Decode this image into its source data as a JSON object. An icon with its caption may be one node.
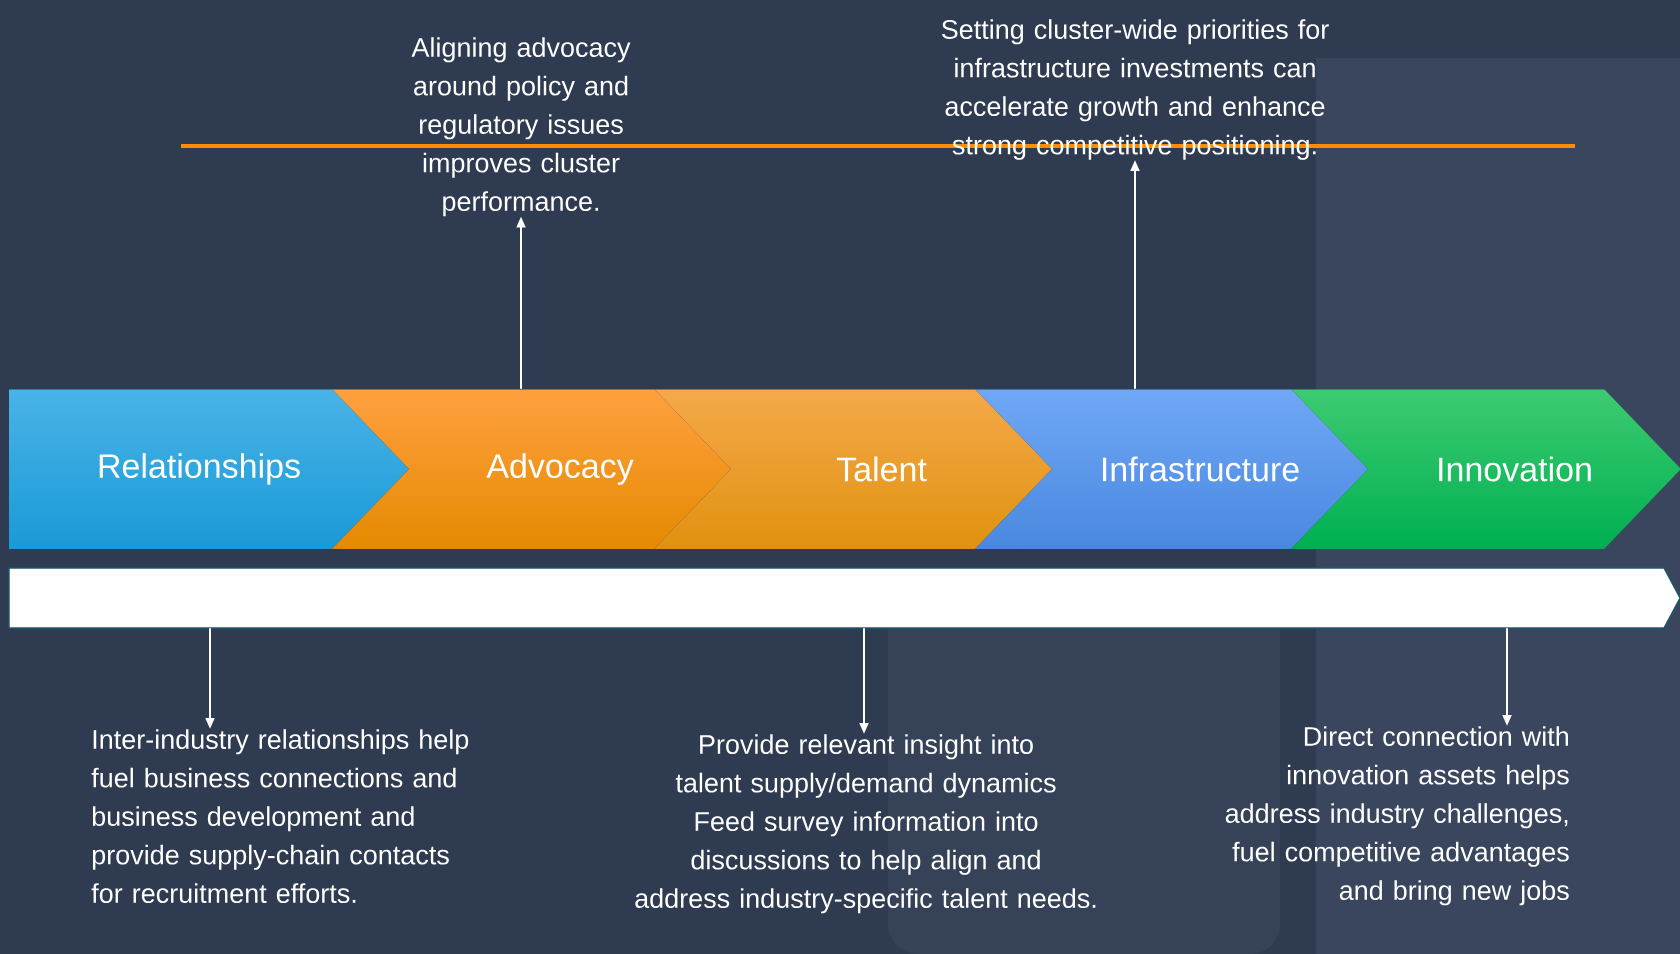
{
  "diagram": {
    "nodes": [
      {
        "text": [
          "Relationships"
        ]
      },
      {
        "text": [
          "Advocacy"
        ]
      },
      {
        "text": [
          "Talent"
        ]
      },
      {
        "text": [
          "Infrastructure"
        ]
      },
      {
        "text": [
          "Innovation"
        ]
      },
      {
        "text": [],
        "shape": "bar"
      },
      {
        "text": [
          "Aligning advocacy around policy and regulatory issues improves cluster performance."
        ]
      },
      {
        "text": [
          "Setting cluster-wide priorities for infrastructure investments can accelerate growth and enhance strong competitive positioning."
        ]
      },
      {
        "text": [
          "Inter-industry relationships help fuel business connections and business development and provide supply-chain contacts for recruitment efforts."
        ]
      },
      {
        "text": [
          "Provide relevant insight into talent supply/demand dynamics Feed survey information into discussions to help align and address industry-specific talent needs."
        ]
      },
      {
        "text": [
          "Direct connection with innovation assets helps address industry challenges, fuel competitive advantages and bring new jobs"
        ]
      }
    ],
    "edges": [
      {
        "from": 1,
        "to": 6,
        "arrow": "to"
      },
      {
        "from": 3,
        "to": 7,
        "arrow": "to"
      },
      {
        "from": 5,
        "to": 8,
        "arrow": "to"
      },
      {
        "from": 5,
        "to": 9,
        "arrow": "to"
      },
      {
        "from": 5,
        "to": 10,
        "arrow": "to"
      }
    ]
  }
}
